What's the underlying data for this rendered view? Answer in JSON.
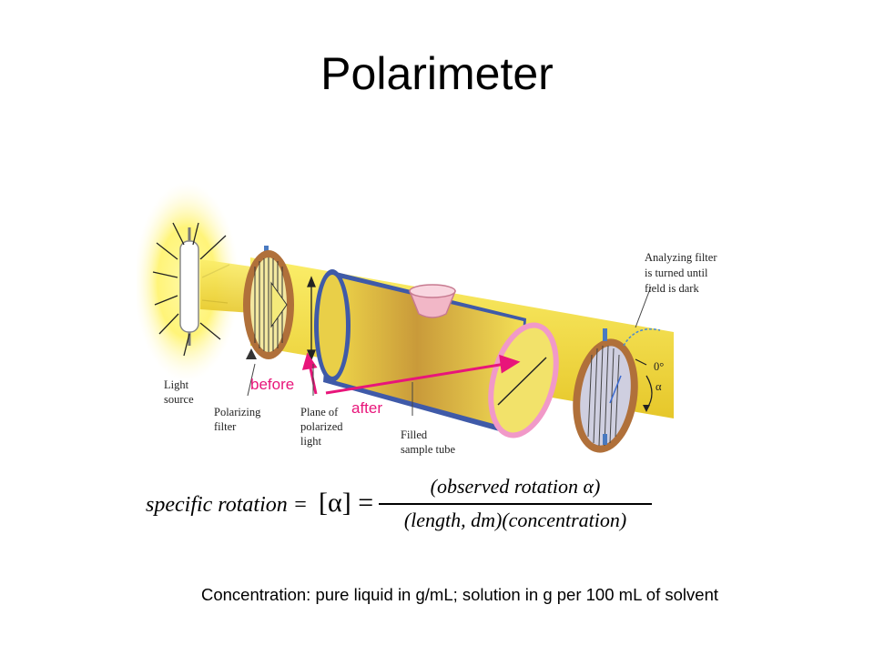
{
  "slide": {
    "title": "Polarimeter",
    "note": "Concentration: pure liquid in g/mL; solution in g per 100 mL of solvent"
  },
  "diagram": {
    "labels": {
      "light_source_1": "Light",
      "light_source_2": "source",
      "polarizing_filter_1": "Polarizing",
      "polarizing_filter_2": "filter",
      "plane_1": "Plane of",
      "plane_2": "polarized",
      "plane_3": "light",
      "sample_tube_1": "Filled",
      "sample_tube_2": "sample tube",
      "analyzing_1": "Analyzing filter",
      "analyzing_2": "is turned until",
      "analyzing_3": "field is dark",
      "zero_degree": "0°",
      "alpha": "α",
      "before": "before",
      "after": "after"
    },
    "colors": {
      "beam": "#f2dc2a",
      "tube_blue": "#3f5aa8",
      "filter_ring": "#b0703a",
      "highlight_pink": "#e8157a",
      "glow": "#fff26a"
    }
  },
  "formula": {
    "lhs": "specific rotation =",
    "bracket": "[α] =",
    "numerator": "(observed rotation   α)",
    "denominator": "(length, dm)(concentration)"
  }
}
